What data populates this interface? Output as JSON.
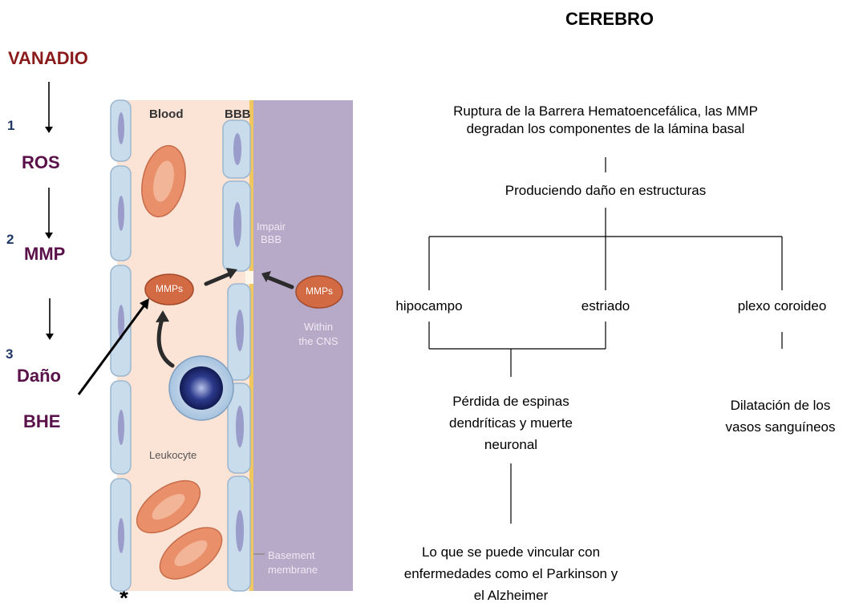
{
  "title": "CEREBRO",
  "pathway": {
    "start": "VANADIO",
    "steps": [
      {
        "num": "1",
        "label": "ROS"
      },
      {
        "num": "2",
        "label": "MMP"
      },
      {
        "num": "3",
        "label": "Daño"
      }
    ],
    "end": "BHE",
    "footnote_mark": "*"
  },
  "illustration": {
    "label_blood": "Blood",
    "label_bbb": "BBB",
    "label_impair": "Impair",
    "label_impair2": "BBB",
    "label_mmps_left": "MMPs",
    "label_mmps_right": "MMPs",
    "label_within": "Within",
    "label_cns": "the CNS",
    "label_leukocyte": "Leukocyte",
    "label_basement": "Basement",
    "label_membrane": "membrane"
  },
  "tree": {
    "root_line1": "Ruptura de la Barrera Hematoencefálica, las MMP",
    "root_line2": "degradan los componentes de la lámina basal",
    "level2": "Produciendo daño en estructuras",
    "branches": [
      "hipocampo",
      "estriado",
      "plexo coroideo"
    ],
    "effect_neuronal_line1": "Pérdida de espinas",
    "effect_neuronal_line2": "dendríticas y muerte",
    "effect_neuronal_line3": "neuronal",
    "effect_vascular_line1": "Dilatación de los",
    "effect_vascular_line2": "vasos sanguíneos",
    "conclusion_line1": "Lo que se puede vincular con",
    "conclusion_line2": "enfermedades como el Parkinson y",
    "conclusion_line3": "el Alzheimer"
  },
  "colors": {
    "vanadio": "#8b1a1a",
    "step_text": "#5a1048",
    "step_numbers": "#1f3864",
    "blood_bg": "#fbe3d6",
    "cns_bg": "#b7a9c8",
    "cell": "#c9dcec",
    "rbc": "#e9906a"
  }
}
